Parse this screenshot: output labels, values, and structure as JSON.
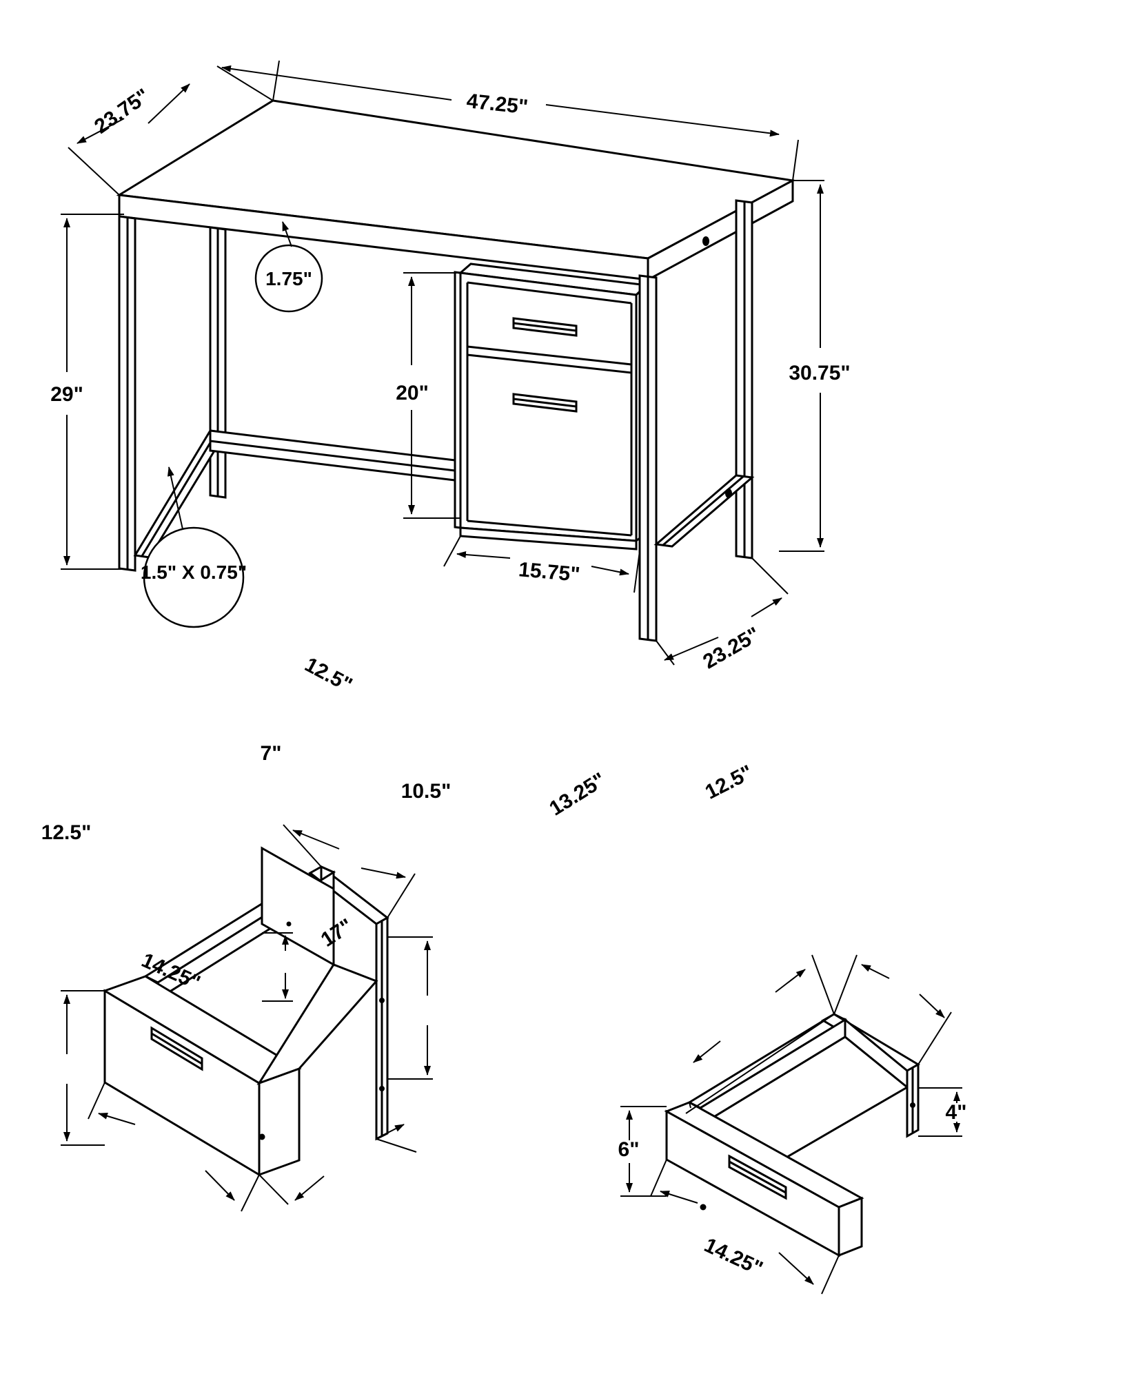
{
  "drawing": {
    "title": "Desk Dimension Drawing",
    "units": "inches",
    "line_color": "#000000",
    "background_color": "#ffffff"
  },
  "desk": {
    "label": "office-desk-assembly",
    "dimensions": {
      "top_width": "47.25\"",
      "top_depth": "23.75\"",
      "top_thickness": "1.75\"",
      "leg_height": "29\"",
      "overall_height": "30.75\"",
      "drawer_unit_height": "20\"",
      "drawer_unit_width": "15.75\"",
      "drawer_unit_depth": "23.25\"",
      "frame_profile": "1.5\" X 0.75\""
    }
  },
  "large_drawer": {
    "label": "file-drawer-detail",
    "dimensions": {
      "inner_width": "12.5\"",
      "inner_height": "7\"",
      "side_height": "10.5\"",
      "front_height": "12.5\"",
      "front_width": "14.25\"",
      "side_depth": "17\""
    }
  },
  "small_drawer": {
    "label": "utility-drawer-detail",
    "dimensions": {
      "inner_depth": "13.25\"",
      "inner_width": "12.5\"",
      "front_height": "6\"",
      "side_height": "4\"",
      "front_width": "14.25\""
    }
  },
  "callouts": [
    {
      "id": "top-thickness-callout",
      "value": "1.75\""
    },
    {
      "id": "frame-profile-callout",
      "value": "1.5\" X 0.75\""
    }
  ],
  "dimension_labels": {
    "d_23_75": "23.75\"",
    "d_47_25": "47.25\"",
    "d_1_75": "1.75\"",
    "d_29": "29\"",
    "d_20": "20\"",
    "d_30_75": "30.75\"",
    "d_1_5x0_75": "1.5\" X 0.75\"",
    "d_15_75": "15.75\"",
    "d_23_25": "23.25\"",
    "d_12_5_top": "12.5\"",
    "d_7": "7\"",
    "d_10_5": "10.5\"",
    "d_12_5_left": "12.5\"",
    "d_14_25_left": "14.25\"",
    "d_17": "17\"",
    "d_13_25": "13.25\"",
    "d_12_5_right": "12.5\"",
    "d_6": "6\"",
    "d_4": "4\"",
    "d_14_25_right": "14.25\""
  }
}
